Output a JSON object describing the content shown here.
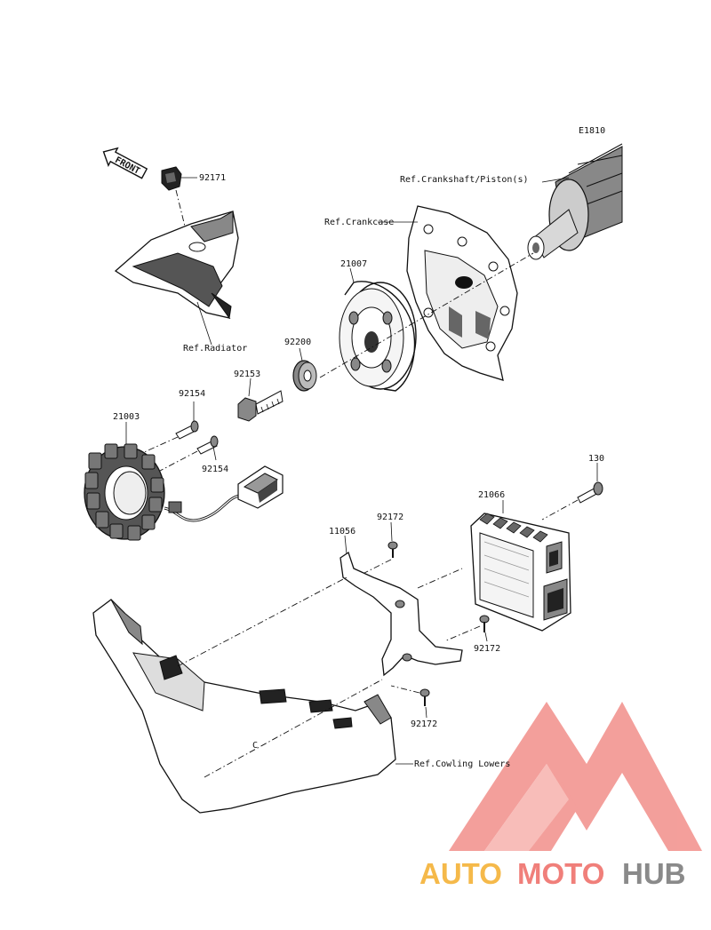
{
  "diagram_id": "E1810",
  "front_label": "FRONT",
  "parts": {
    "p92171": "92171",
    "p21007": "21007",
    "p92200": "92200",
    "p92153": "92153",
    "p92154a": "92154",
    "p92154b": "92154",
    "p21003": "21003",
    "p130": "130",
    "p21066": "21066",
    "p92172a": "92172",
    "p11056": "11056",
    "p92172b": "92172",
    "p92172c": "92172"
  },
  "refs": {
    "crankshaft": "Ref.Crankshaft/Piston(s)",
    "crankcase": "Ref.Crankcase",
    "radiator": "Ref.Radiator",
    "cowling": "Ref.Cowling Lowers"
  },
  "watermark": {
    "auto": "AUTO",
    "moto": "MOTO",
    "hub": "HUB",
    "color_red": "#f07f7a",
    "color_orange": "#f5b94a",
    "color_gray": "#8a8a8a"
  }
}
